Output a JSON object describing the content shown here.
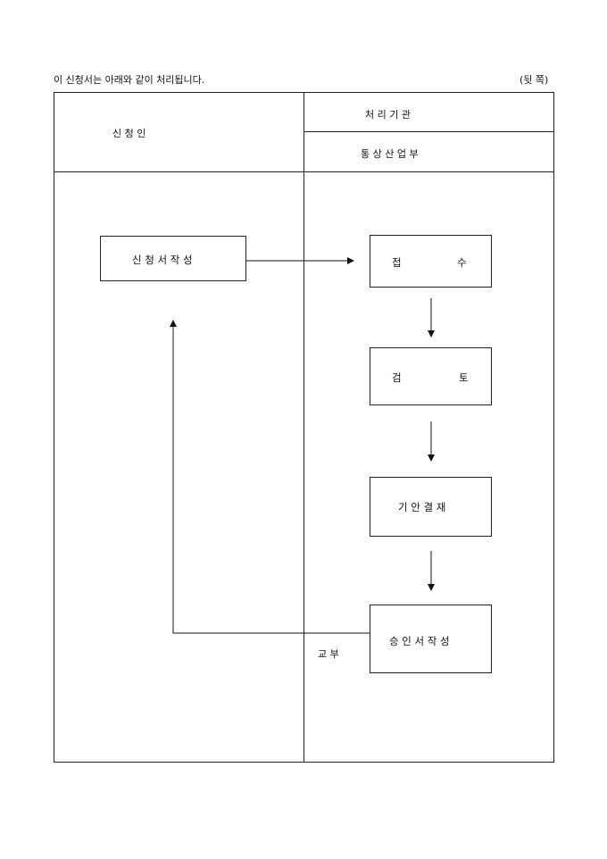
{
  "intro": "이 신청서는 아래와 같이 처리됩니다.",
  "page_side": "(뒷 쪽)",
  "table": {
    "applicant_header": "신       청       인",
    "authority_header": "처     리     기     관",
    "authority_name": "통   상   산   업   부"
  },
  "flow": {
    "write_application": "신 청 서 작 성",
    "receipt_a": "접",
    "receipt_b": "수",
    "review_a": "검",
    "review_b": "토",
    "draft_approval": "기 안 결 재",
    "issue_approval": "승 인 서 작 성",
    "delivery": "교   부"
  }
}
